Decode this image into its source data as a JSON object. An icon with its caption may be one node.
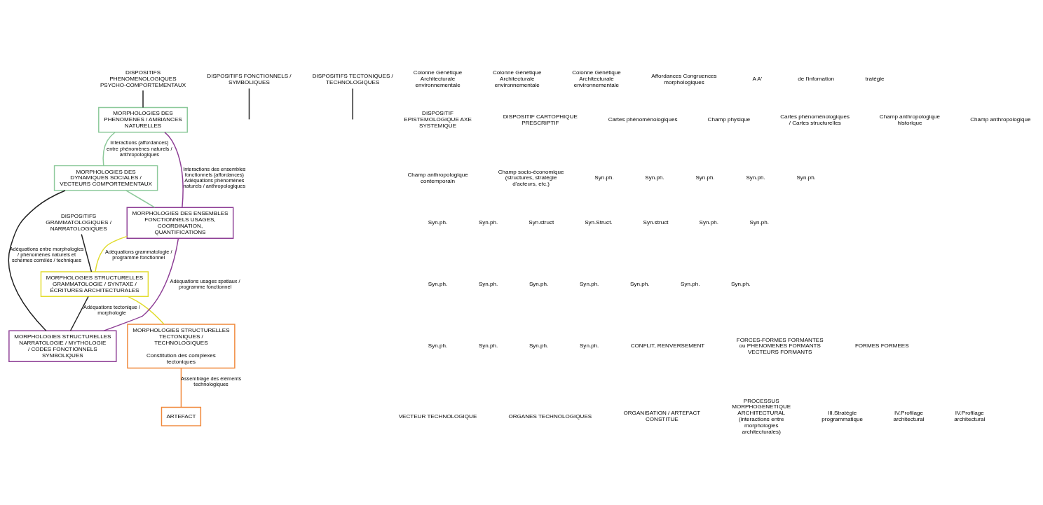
{
  "diagram": {
    "nodes": [
      {
        "text": [
          "DISPOSITIFS PHENOMENOLOGIQUES PSYCHO-COMPORTEMENTAUX"
        ]
      },
      {
        "text": [
          "DISPOSITIFS FONCTIONNELS / SYMBOLIQUES"
        ]
      },
      {
        "text": [
          "DISPOSITIFS GRAMMATOLOGIQUES / NARRATOLOGIQUES"
        ]
      },
      {
        "text": [
          "DISPOSITIFS TECTONIQUES / TECHNOLOGIQUES"
        ]
      },
      {
        "text": [
          "MORPHOLOGIES DES PHENOMENES / AMBIANCES NATURELLES"
        ]
      },
      {
        "text": [
          "MORPHOLOGIES STRUCTURELLES GRAMMATOLOGIE / SYNTAXE / ÉCRITURES ARCHITECTURALES"
        ]
      },
      {
        "text": [
          "MORPHOLOGIES DES ENSEMBLES FONCTIONNELS USAGES, COORDINATION, QUANTIFICATIONS"
        ]
      },
      {
        "text": [
          "MORPHOLOGIES DES DYNAMIQUES SOCIALES / VECTEURS COMPORTEMENTAUX"
        ]
      },
      {
        "text": [
          "MORPHOLOGIES STRUCTURELLES NARRATOLOGIE / MYTHOLOGIE / CODES FONCTIONNELS SYMBOLIQUES"
        ]
      },
      {
        "text": [
          "MORPHOLOGIES STRUCTURELLES TECTONIQUES / TECHNOLOGIQUES",
          "Constitution des complexes tectoniques"
        ]
      },
      {
        "text": [
          "ARTEFACT"
        ]
      }
    ],
    "edges": [
      {
        "from": 0,
        "to": 4,
        "arrow": "none"
      },
      {
        "from": 1,
        "to": null,
        "arrow": "none"
      },
      {
        "from": 2,
        "to": 5,
        "arrow": "none"
      },
      {
        "from": 3,
        "to": null,
        "arrow": "none"
      },
      {
        "from": 4,
        "to": 6,
        "arrow": "none",
        "color": "#8e3f96",
        "label": "Interactions des ensembles fonctionnels (affordances) Adéquations phénomènes naturels / anthropologiques"
      },
      {
        "from": 4,
        "to": 7,
        "arrow": "none",
        "color": "#8cc99a",
        "label": "Interactions (affordances) entre phénomènes naturels / anthropologiques"
      },
      {
        "from": 6,
        "to": 5,
        "arrow": "none",
        "color": "#e2dc2e",
        "label": "Adéquations grammatologie / programme fonctionnel"
      },
      {
        "from": 6,
        "to": 8,
        "arrow": "none",
        "color": "#8e3f96",
        "label": "Adéquations usages spatiaux / programme fonctionnel"
      },
      {
        "from": 7,
        "to": 6,
        "arrow": "none",
        "color": "#8cc99a"
      },
      {
        "from": 7,
        "to": 8,
        "arrow": "none",
        "label": "Adéquations entre morphologies / phénomènes naturels et schèmes corrélés / techniques"
      },
      {
        "from": 5,
        "to": 8,
        "arrow": "none",
        "label": "Adéquations tectonique / morphologie"
      },
      {
        "from": 5,
        "to": 9,
        "arrow": "none",
        "color": "#e2dc2e"
      },
      {
        "from": 9,
        "to": 10,
        "arrow": "none",
        "color": "#f0883a",
        "label": "Assemblage des éléments technologiques"
      }
    ],
    "labels": [
      "Colonne Génétique Architecturale environnementale",
      "Colonne Génétique Architecturale environnementale",
      "Colonne Génétique Architecturale environnementale",
      "Affordances Congruences morphologiques",
      "A A'",
      "de l'infomation",
      "tratégie",
      "DISPOSITIF EPISTEMOLOGIQUE AXE SYSTEMIQUE",
      "DISPOSITIF CARTOPHIQUE PRESCRIPTIF",
      "Cartes phénoménologiques",
      "Champ physique",
      "Cartes phénoménologiques / Cartes structurelles",
      "Champ anthropologique historique",
      "Champ anthropologique",
      "Champ anthropologique contemporain",
      "Champ socio-économique (structures, stratégie d'acteurs, etc.)",
      "Syn.ph.",
      "Syn.ph.",
      "Syn.ph.",
      "Syn.ph.",
      "Syn.ph.",
      "Syn.ph.",
      "Syn.ph.",
      "Syn.struct",
      "Syn.Struct.",
      "Syn.struct",
      "Syn.ph.",
      "Syn.ph.",
      "Syn.ph.",
      "Syn.ph.",
      "Syn.ph.",
      "Syn.ph.",
      "Syn.ph.",
      "Syn.ph.",
      "Syn.ph.",
      "Syn.ph.",
      "Syn.ph.",
      "Syn.ph.",
      "Syn.ph.",
      "CONFLIT, RENVERSEMENT",
      "FORCES-FORMES FORMANTES ou PHENOMENES FORMANTS VECTEURS FORMANTS",
      "FORMES FORMEES",
      "VECTEUR TECHNOLOGIQUE",
      "ORGANES TECHNOLOGIQUES",
      "ORGANISATION / ARTEFACT CONSTITUE",
      "PROCESSUS MORPHOGENETIQUE ARCHITECTURAL (interactions entre morphologies architecturales)",
      "III.Stratégie programmatique",
      "IV.Profilage architectural",
      "IV.Profilage architectural"
    ]
  }
}
